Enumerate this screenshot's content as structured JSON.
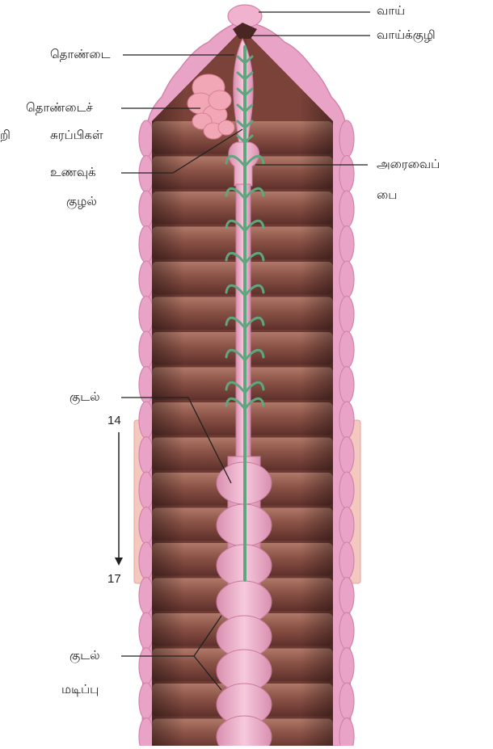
{
  "labels": {
    "mouth": "வாய்",
    "buccal_cavity": "வாய்க்குழி",
    "pharynx": "தொண்டை",
    "pharyngeal_glands_1": "தொண்டைச்",
    "pharyngeal_glands_2": "சுரப்பிகள்",
    "oesophagus_1": "உணவுக்",
    "oesophagus_2": "குழல்",
    "gizzard_1": "அரைவைப்",
    "gizzard_2": "பை",
    "intestine": "குடல்",
    "caeca_1": "குடல்",
    "caeca_2": "மடிப்பு",
    "cutoff_text": "றி"
  },
  "segments": {
    "start": "14",
    "end": "17"
  },
  "colors": {
    "body_outer": "#e9a3c6",
    "segment_dark": "#6e3b34",
    "segment_light": "#a06a5c",
    "gut": "#eeb3cc",
    "nerve": "#5fa67f",
    "clitellum": "#f3c8bf"
  }
}
